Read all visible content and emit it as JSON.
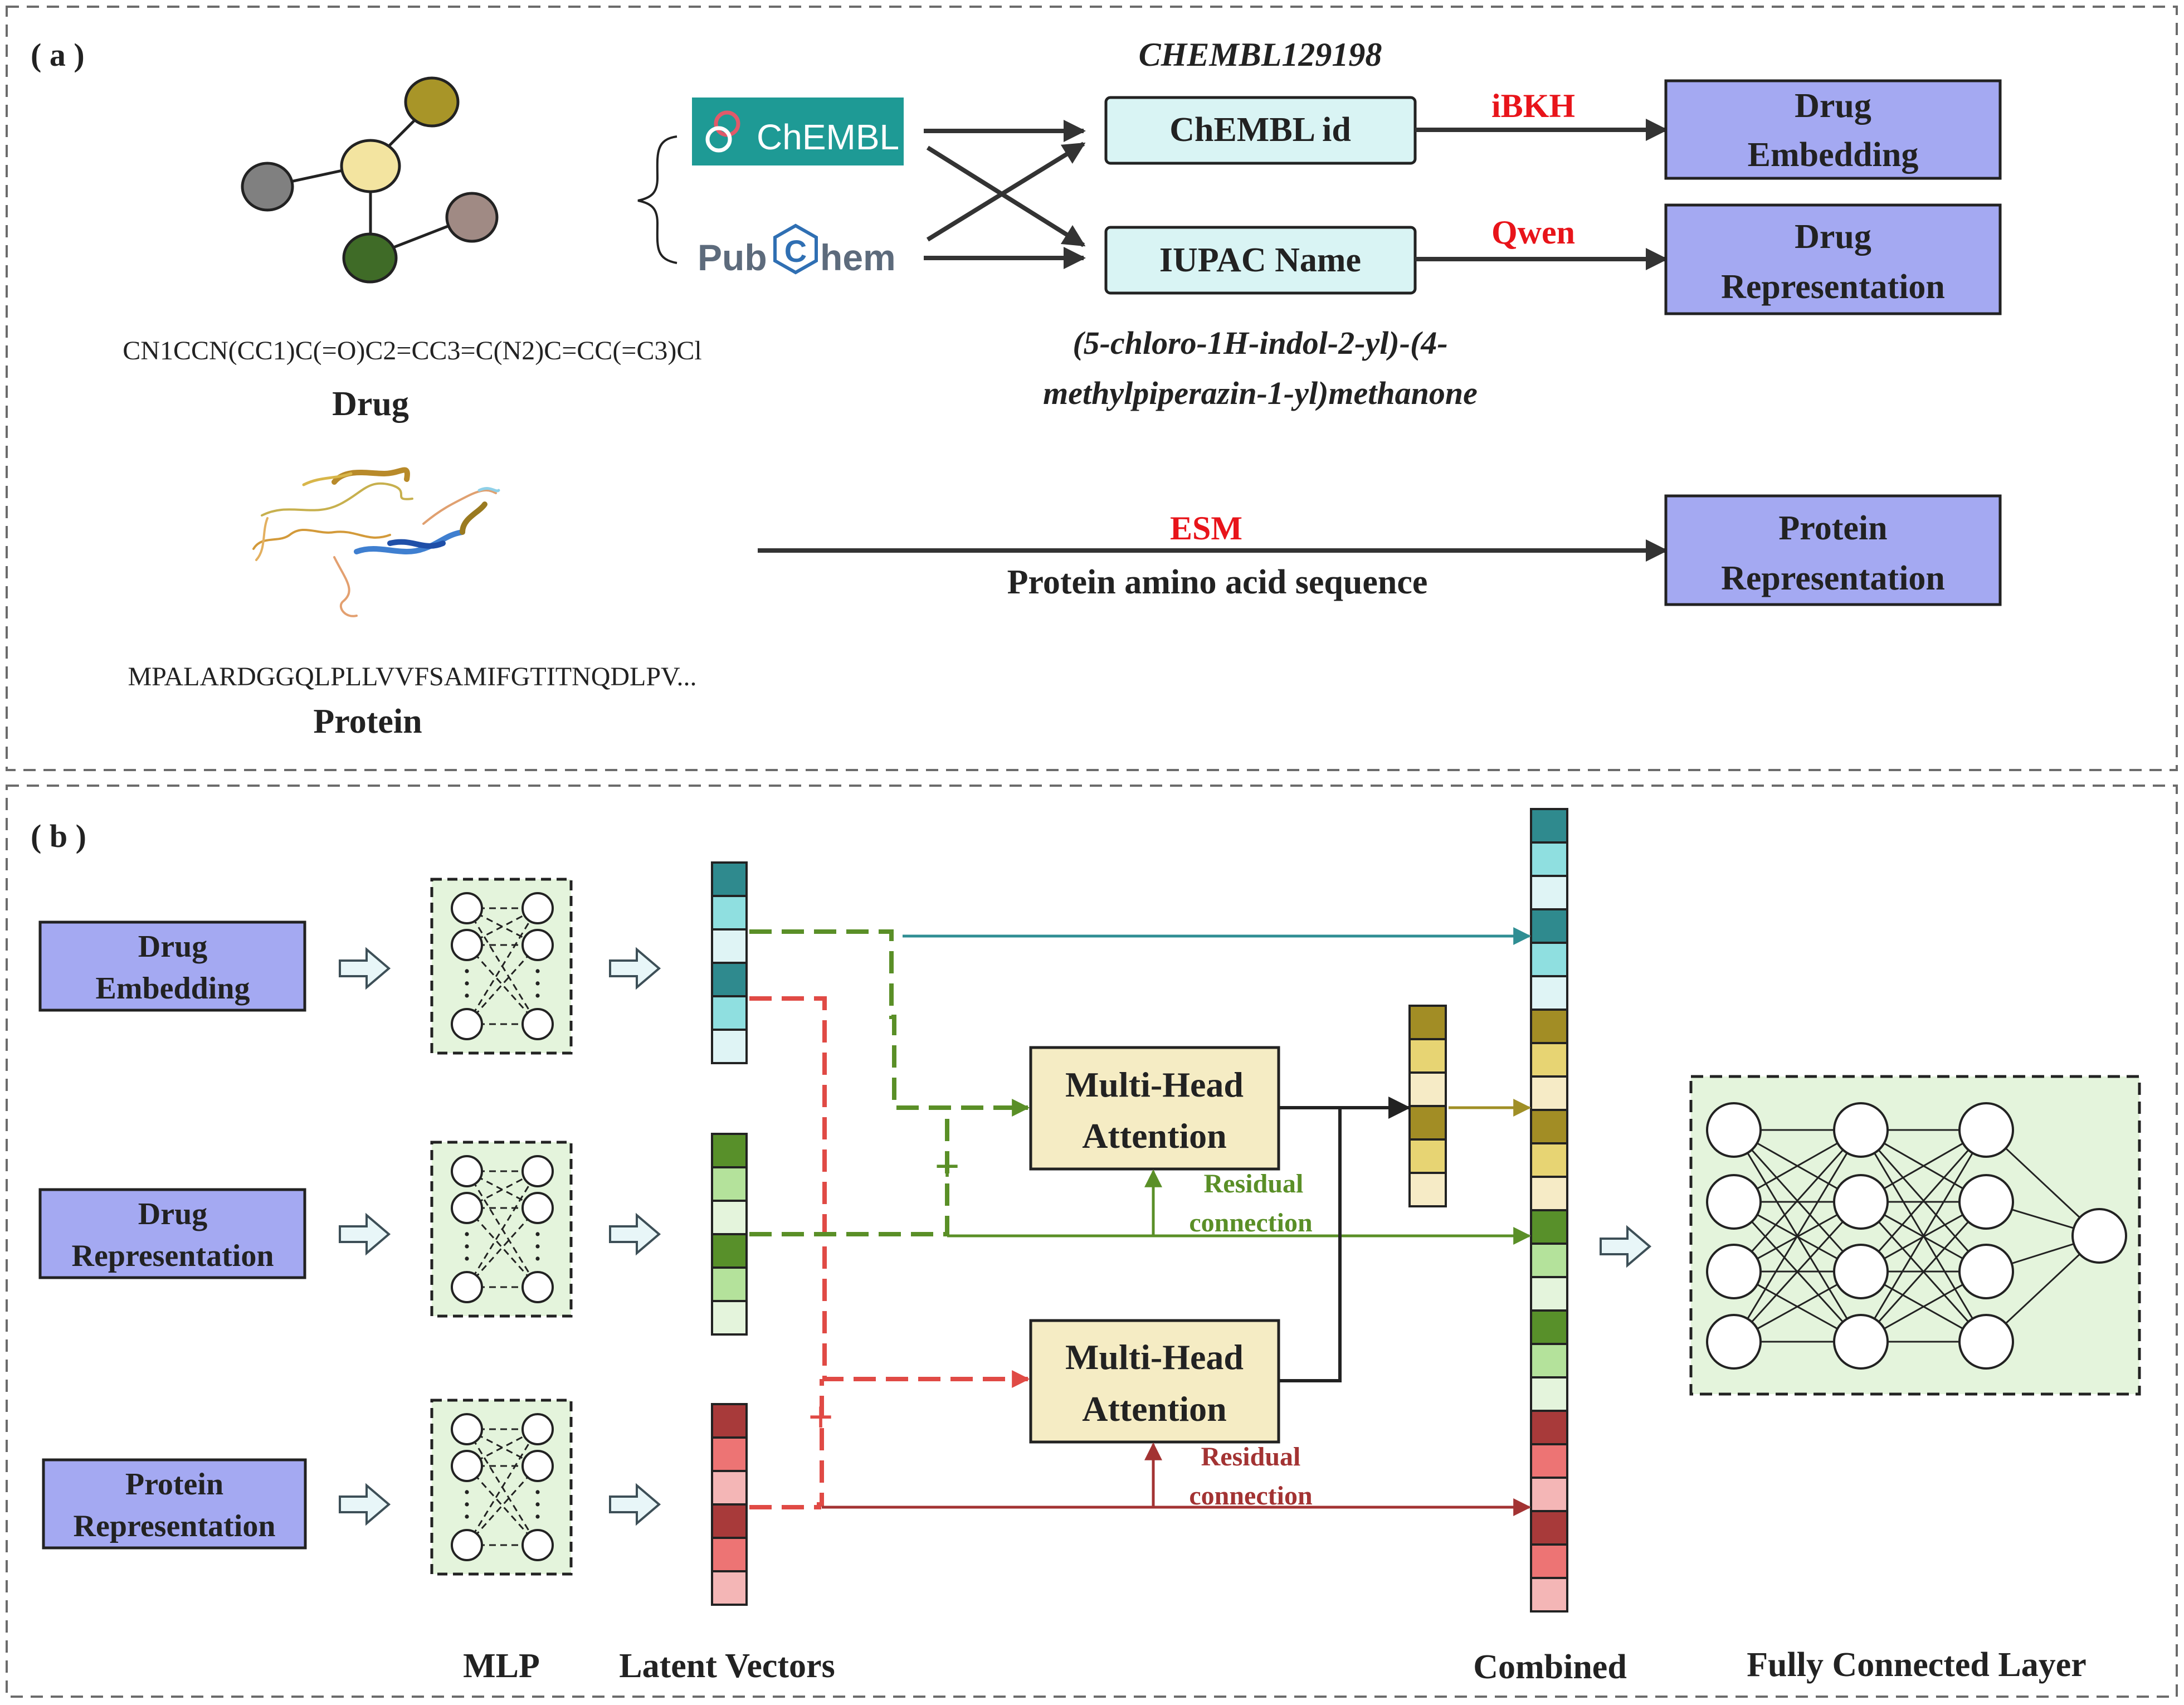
{
  "panel_a": {
    "label": "( a )",
    "drug": {
      "smiles": "CN1CCN(CC1)C(=O)C2=CC3=C(N2)C=CC(=C3)Cl",
      "caption": "Drug"
    },
    "sources": {
      "chembl_logo": "ChEMBL",
      "pubchem_logo_pre": "Pub",
      "pubchem_logo_c": "C",
      "pubchem_logo_post": "hem"
    },
    "chembl_example": "CHEMBL129198",
    "chembl_id_box": "ChEMBL id",
    "iupac_box": "IUPAC Name",
    "iupac_example_line1": "(5-chloro-1H-indol-2-yl)-(4-",
    "iupac_example_line2": "methylpiperazin-1-yl)methanone",
    "model_ibkh": "iBKH",
    "model_qwen": "Qwen",
    "model_esm": "ESM",
    "out_drug_embedding": [
      "Drug",
      "Embedding"
    ],
    "out_drug_representation": [
      "Drug",
      "Representation"
    ],
    "out_protein_representation": [
      "Protein",
      "Representation"
    ],
    "protein": {
      "sequence": "MPALARDGGQLPLLVVFSAMIFGTITNQDLPV...",
      "caption": "Protein",
      "arrow_label": "Protein amino acid sequence"
    }
  },
  "panel_b": {
    "label": "( b )",
    "inputs": [
      [
        "Drug",
        "Embedding"
      ],
      [
        "Drug",
        "Representation"
      ],
      [
        "Protein",
        "Representation"
      ]
    ],
    "attention_label": [
      "Multi-Head",
      "Attention"
    ],
    "residual_label": [
      "Residual",
      "connection"
    ],
    "plus": "+",
    "mlp_dots": ".",
    "footer": {
      "mlp": "MLP",
      "latent": "Latent Vectors",
      "combined": "Combined",
      "fc": "Fully Connected Layer"
    }
  },
  "colors": {
    "purple_box": "#a4a9f2",
    "teal_box": "#d9f4f4",
    "attention_box": "#f5ecc4",
    "mlp_fill": "#e4f4dc",
    "green": "#5a8f27",
    "red": "#e04a45",
    "darkred": "#a33333",
    "teal": "#2f8e93",
    "olive": "#a08f26",
    "model_red": "#e8141a",
    "chembl_teal": "#1e9a95",
    "pubchem_gray": "#5d6b7c",
    "pubchem_blue": "#2f6fb3"
  },
  "vector_colors": {
    "drug_emb": [
      "#2f8a8e",
      "#8fdfe0",
      "#dff4f5",
      "#2f8a8e",
      "#8fdfe0",
      "#dff4f5"
    ],
    "drug_rep": [
      "#58902a",
      "#b4e29b",
      "#e4f4dc",
      "#58902a",
      "#b4e29b",
      "#e4f4dc"
    ],
    "protein": [
      "#a83a3a",
      "#ed7474",
      "#f4b6b6",
      "#a83a3a",
      "#ed7474",
      "#f4b6b6"
    ],
    "attn": [
      "#a28d25",
      "#e7d473",
      "#f6ebc6",
      "#a28d25",
      "#e7d473",
      "#f6ebc6"
    ]
  },
  "icons": {
    "molecule": "molecule-graph-icon",
    "protein": "protein-structure-icon",
    "mlp": "mlp-network-icon",
    "fc": "fully-connected-network-icon",
    "hollow_arrow": "hollow-arrow-icon"
  }
}
